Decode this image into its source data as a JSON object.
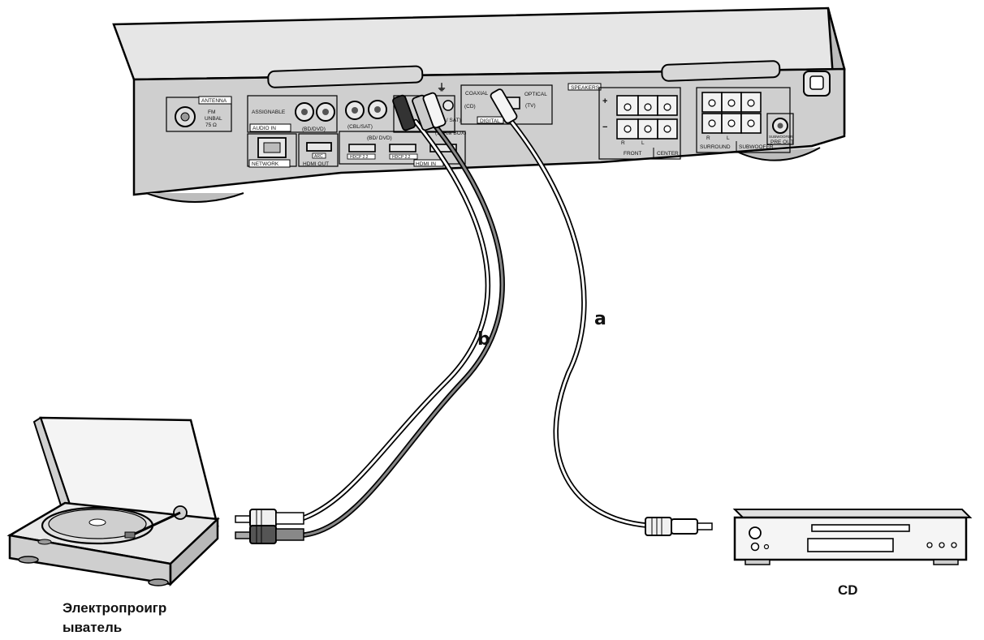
{
  "panel": {
    "antenna": "ANTENNA",
    "fm": "FM",
    "unbal": "UNBAL",
    "ohm": "75 Ω",
    "assignable": "ASSIGNABLE",
    "audio_in": "AUDIO IN",
    "bd_dvd": "(BD/DVD)",
    "cbl_sat": "(CBL/SAT)",
    "network": "NETWORK",
    "hdmi_out": "HDMI OUT",
    "arc": "ARC",
    "hdmi_in": "HDMI IN",
    "bd_dvd_in": "(BD/ DVD)",
    "cbl_sat_in": "(CBL/ SAT)",
    "strm_box": "(STRM BOX)",
    "hdcp": "HDCP 2.2",
    "coaxial": "COAXIAL",
    "cd": "(CD)",
    "optical": "OPTICAL",
    "tv": "(TV)",
    "digital": "DIGITAL",
    "speakers": "SPEAKERS",
    "front": "FRONT",
    "center": "CENTER",
    "surround": "SURROUND",
    "subwoofer": "SUBWOOFER",
    "pre_out": "PRE OUT",
    "sub_pre": "SUBWOOFER",
    "r": "R",
    "l": "L",
    "plus": "+",
    "minus": "−"
  },
  "cables": {
    "a": "a",
    "b": "b"
  },
  "devices": {
    "turntable": "Электропроигр\nыватель",
    "turntable_line1": "Электропроигр",
    "turntable_line2": "ыватель",
    "cd": "CD"
  }
}
